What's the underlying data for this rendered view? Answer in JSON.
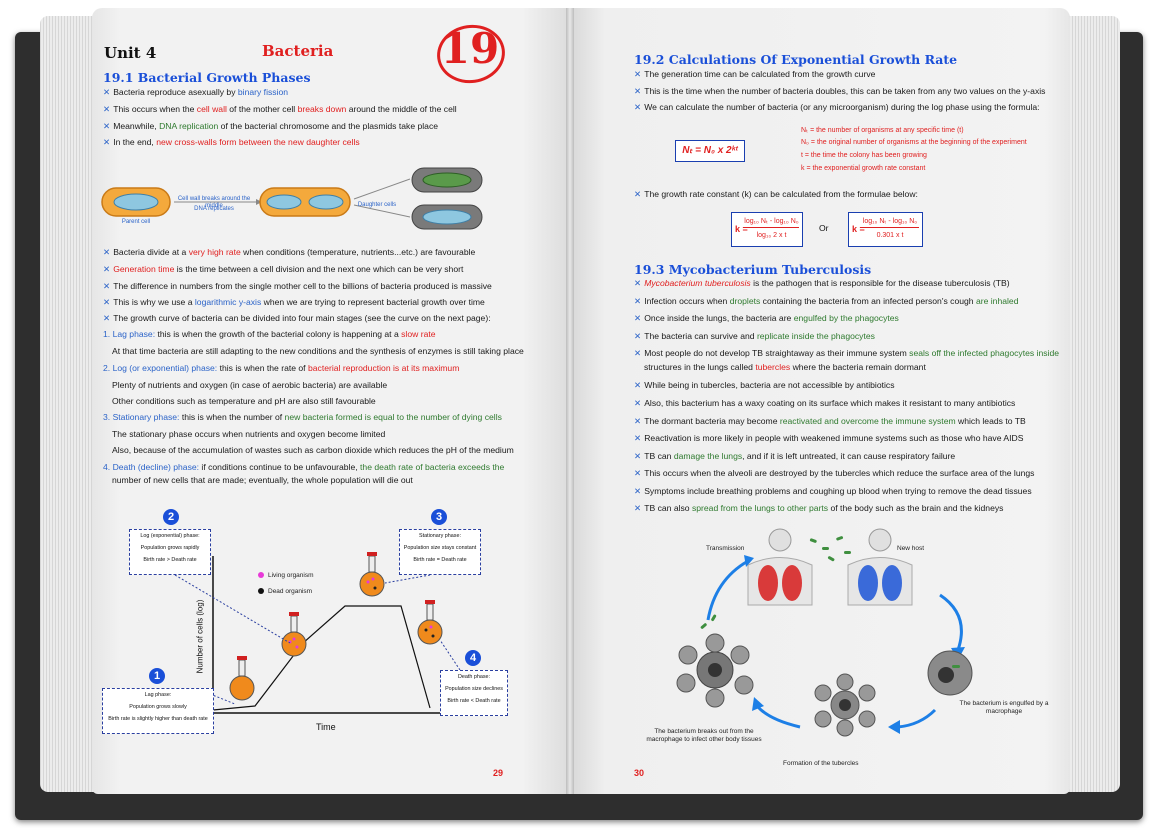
{
  "left_page": {
    "unit": "Unit 4",
    "topic": "Bacteria",
    "chapter_number": "19",
    "section_1_title": "19.1 Bacterial Growth Phases",
    "intro_lines": [
      {
        "pre": "Bacteria reproduce asexually by ",
        "hl": "binary fission",
        "post": ""
      },
      {
        "pre": "This occurs when the ",
        "hl": "cell wall",
        "mid": " of the mother cell ",
        "hl2": "breaks down",
        "post": " around the middle of the cell"
      },
      {
        "pre": "Meanwhile, ",
        "hl": "DNA replication",
        "post": " of the bacterial chromosome and the plasmids take place"
      },
      {
        "pre": "In the end, ",
        "hl": "new cross-walls form between the new daughter cells",
        "post": ""
      }
    ],
    "fission_diagram": {
      "parent_label": "Parent cell",
      "arrow_label_1": "Cell wall breaks around the middle",
      "arrow_label_2": "DNA replicates",
      "daughter_label": "Daughter cells"
    },
    "growth_lines": [
      {
        "pre": "Bacteria divide at a ",
        "hl": "very high rate",
        "post": " when conditions (temperature, nutrients...etc.) are favourable"
      },
      {
        "pre": "",
        "hl": "Generation time",
        "post": " is the time between a cell division and the next one which can be very short"
      },
      {
        "pre": "The difference in numbers from the single mother cell to the billions of bacteria produced is massive",
        "hl": "",
        "post": ""
      },
      {
        "pre": "This is why we use a ",
        "hl": "logarithmic y-axis",
        "post": " when we are trying to represent bacterial growth over time"
      },
      {
        "pre": "The growth curve of bacteria can be divided into four main stages (see the curve on the next page):",
        "hl": "",
        "post": ""
      }
    ],
    "phases": {
      "p1_num": "1.",
      "p1_name": "Lag phase:",
      "p1_text": " this is when the growth of the bacterial colony is happening at a ",
      "p1_hl": "slow rate",
      "p1_sub_pre": "At that time bacteria are ",
      "p1_sub_hl1": "still adapting to the new conditions",
      "p1_sub_mid": " and ",
      "p1_sub_hl2": "the synthesis of enzymes",
      "p1_sub_post": " is still taking place",
      "p2_num": "2.",
      "p2_name": "Log (or exponential) phase:",
      "p2_text": " this is when the rate of ",
      "p2_hl": "bacterial reproduction is at its maximum",
      "p2_sub1_pre": "Plenty of ",
      "p2_sub1_hl": "nutrients and oxygen",
      "p2_sub1_post": " (in case of aerobic bacteria) are available",
      "p2_sub2_pre": "Other conditions such as ",
      "p2_sub2_hl": "temperature and pH are also still favourable",
      "p3_num": "3.",
      "p3_name": "Stationary phase:",
      "p3_text": " this is when the number of ",
      "p3_hl": "new bacteria formed is equal to the number of dying cells",
      "p3_sub1_pre": "The stationary phase occurs when ",
      "p3_sub1_hl": "nutrients and oxygen become limited",
      "p3_sub2_pre": "Also, because of the ",
      "p3_sub2_hl": "accumulation of wastes such as carbon dioxide",
      "p3_sub2_post": " which reduces the pH of the medium",
      "p4_num": "4.",
      "p4_name": "Death (decline) phase:",
      "p4_text": " if conditions continue to be unfavourable, ",
      "p4_hl": "the death rate of bacteria exceeds the",
      "p4_line2_hl": "number of new cells",
      "p4_line2_post": " that are made; eventually, the whole population will die out"
    },
    "graph": {
      "y_axis": "Number of cells (log)",
      "x_axis": "Time",
      "legend_living": "Living organism",
      "legend_dead": "Dead organism",
      "box1": {
        "num": "1",
        "title": "Lag phase:",
        "l1": "Population grows slowly",
        "l2": "Birth rate is slightly higher than death rate"
      },
      "box2": {
        "num": "2",
        "title": "Log (exponential) phase:",
        "l1": "Population grows rapidly",
        "l2": "Birth rate > Death rate"
      },
      "box3": {
        "num": "3",
        "title": "Stationary phase:",
        "l1": "Population size stays constant",
        "l2": "Birth rate = Death rate"
      },
      "box4": {
        "num": "4",
        "title": "Death phase:",
        "l1": "Population size declines",
        "l2": "Birth rate < Death rate"
      }
    },
    "page_number": "29"
  },
  "right_page": {
    "section_2_title": "19.2 Calculations Of Exponential Growth Rate",
    "calc_lines": [
      {
        "pre": "The generation time can be calculated from the growth curve",
        "hl": "",
        "post": ""
      },
      {
        "pre": "This is the time when the number of bacteria doubles, this can be taken from any two values on the y-axis",
        "hl": "",
        "post": ""
      },
      {
        "pre": "We can calculate the number of bacteria (or any microorganism) during the log phase using the formula:",
        "hl": "",
        "post": ""
      }
    ],
    "formula": "Nₜ = N₀ x 2ᵏᵗ",
    "formula_legend": [
      "Nₜ = the number of organisms at any specific time (t)",
      "N₀ = the original number of organisms at the beginning of the experiment",
      "t = the time the colony has been growing",
      "k = the exponential growth rate constant"
    ],
    "k_line": "The growth rate constant (k) can be calculated from the formulae below:",
    "k_formula_1": {
      "k": "k =",
      "num": "log₁₀ Nₜ - log₁₀ N₀",
      "den": "log₁₀ 2 x t"
    },
    "k_or": "Or",
    "k_formula_2": {
      "k": "k =",
      "num": "log₁₀ Nₜ - log₁₀ N₀",
      "den": "0.301 x t"
    },
    "section_3_title": "19.3 Mycobacterium Tuberculosis",
    "tb_lines": [
      {
        "pre": "",
        "hl": "Mycobacterium tuberculosis",
        "post": " is the pathogen that is responsible for the disease tuberculosis (TB)"
      },
      {
        "pre": "Infection occurs when ",
        "hl": "droplets",
        "post": " containing the bacteria from an infected person's cough ",
        "hl2": "are inhaled"
      },
      {
        "pre": "Once inside the lungs, the bacteria are ",
        "hl": "engulfed by the phagocytes",
        "post": ""
      },
      {
        "pre": "The bacteria can survive and ",
        "hl": "replicate inside the phagocytes",
        "post": ""
      },
      {
        "pre": "Most people do not develop TB straightaway as their immune system ",
        "hl": "seals off the infected phagocytes inside",
        "post": ""
      },
      {
        "pre": "structures in the lungs called ",
        "hl": "tubercles",
        "post": " where the bacteria remain dormant",
        "indent": true
      },
      {
        "pre": "While being in tubercles, bacteria are not accessible by antibiotics",
        "hl": "",
        "post": ""
      },
      {
        "pre": "Also, this bacterium has a waxy coating on its surface which makes it resistant to many antibiotics",
        "hl": "",
        "post": ""
      },
      {
        "pre": "The dormant bacteria may become ",
        "hl": "reactivated and overcome the immune system",
        "post": " which leads to TB"
      },
      {
        "pre": "Reactivation is more likely in people with weakened immune systems such as those who have AIDS",
        "hl": "",
        "post": ""
      },
      {
        "pre": "TB can ",
        "hl": "damage the lungs",
        "post": ", and if it is left untreated, it can cause respiratory failure"
      },
      {
        "pre": "This occurs when the alveoli are destroyed by the tubercles which reduce the surface area of the lungs",
        "hl": "",
        "post": ""
      },
      {
        "pre": "Symptoms include breathing problems and coughing up blood when trying to remove the dead tissues",
        "hl": "",
        "post": ""
      },
      {
        "pre": "TB can also ",
        "hl": "spread from the lungs to other parts",
        "post": " of the body such as the brain and the kidneys"
      }
    ],
    "cycle": {
      "transmission": "Transmission",
      "new_host": "New host",
      "engulfed": "The bacterium is engulfed by a macrophage",
      "tubercles": "Formation of the tubercles",
      "breaks_out": "The bacterium breaks out from the macrophage to infect other body tissues"
    },
    "page_number": "30"
  },
  "colors": {
    "red": "#e02020",
    "blue": "#1a4fd8",
    "green": "#2f7a2f",
    "bullet": "#2b63c8"
  }
}
